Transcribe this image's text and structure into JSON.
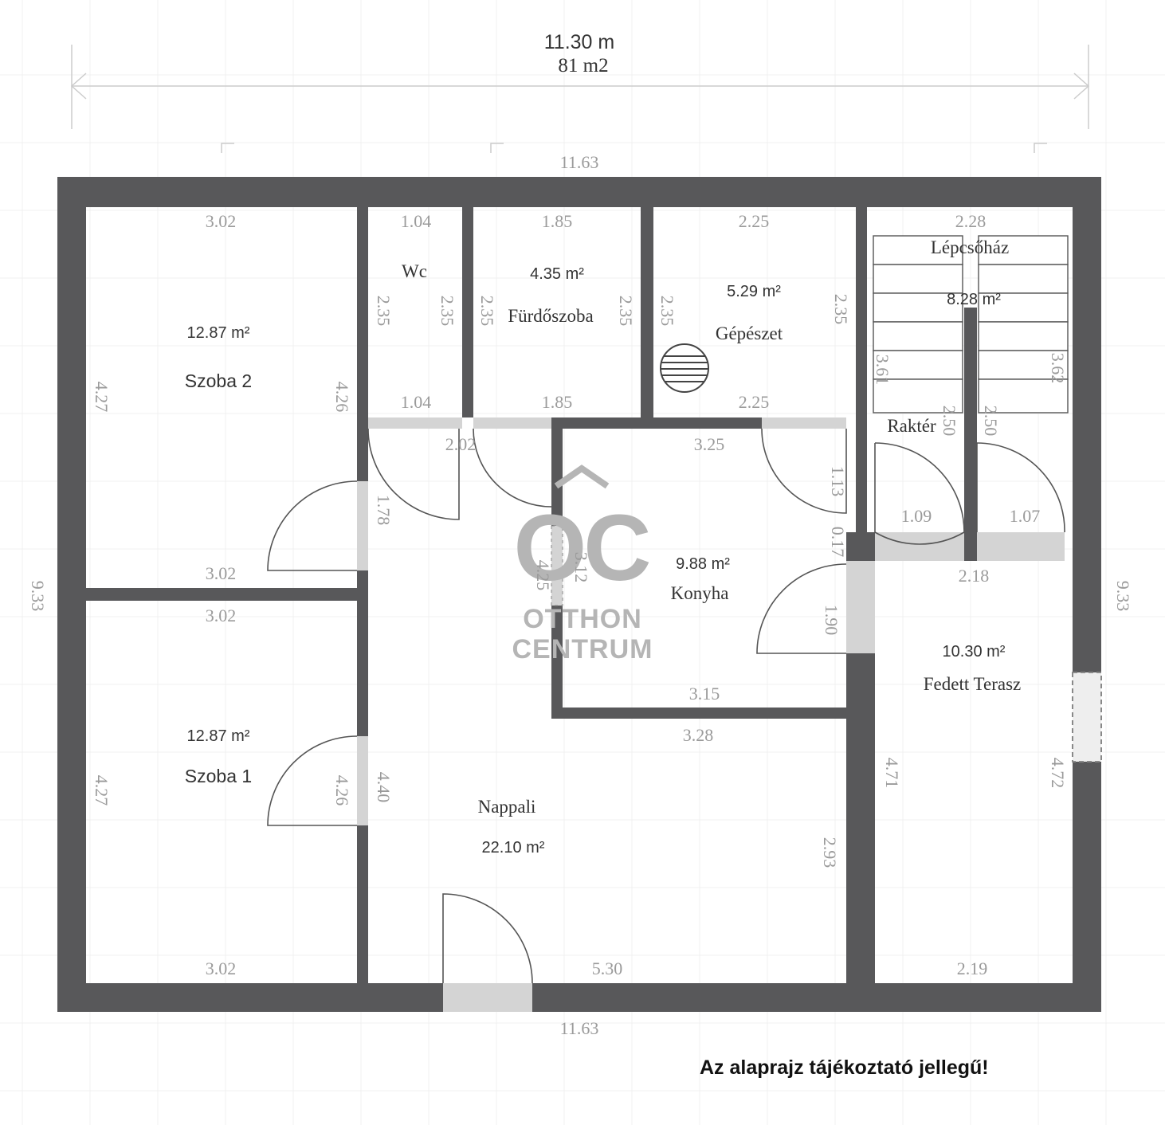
{
  "overall": {
    "width_label": "11.30 m",
    "area_label": "81 m2"
  },
  "rooms": [
    {
      "id": "szoba2",
      "name": "Szoba 2",
      "area": "12.87 m²"
    },
    {
      "id": "szoba1",
      "name": "Szoba 1",
      "area": "12.87 m²"
    },
    {
      "id": "wc",
      "name": "Wc",
      "area": ""
    },
    {
      "id": "furdo",
      "name": "Fürdőszoba",
      "area": "4.35 m²"
    },
    {
      "id": "gepeszet",
      "name": "Gépészet",
      "area": "5.29 m²"
    },
    {
      "id": "lepcso",
      "name": "Lépcsőház",
      "area": "8.28 m²"
    },
    {
      "id": "rakter",
      "name": "Raktér",
      "area": ""
    },
    {
      "id": "konyha",
      "name": "Konyha",
      "area": "9.88 m²"
    },
    {
      "id": "terasz",
      "name": "Fedett Terasz",
      "area": "10.30 m²"
    },
    {
      "id": "nappali",
      "name": "Nappali",
      "area": "22.10 m²"
    }
  ],
  "dimensions": {
    "outer_top": "11.63",
    "outer_bottom": "11.63",
    "outer_left": "9.33",
    "outer_right": "9.33",
    "szoba2_top": "3.02",
    "szoba2_bottom": "3.02",
    "szoba2_left": "4.27",
    "szoba2_right": "4.26",
    "szoba1_top": "3.02",
    "szoba1_bottom": "3.02",
    "szoba1_left": "4.27",
    "szoba1_right": "4.26",
    "wc_top": "1.04",
    "wc_bottom": "1.04",
    "wc_left": "2.35",
    "wc_right": "2.35",
    "furdo_top": "1.85",
    "furdo_bottom": "1.85",
    "furdo_left": "2.35",
    "furdo_right": "2.35",
    "gep_top": "2.25",
    "gep_bottom": "2.25",
    "gep_left": "2.35",
    "gep_right": "2.35",
    "lepcso_top": "2.28",
    "lepcso_left": "3.61",
    "lepcso_right": "3.62",
    "rakter_left": "2.50",
    "rakter_right": "2.50",
    "rakter_bottom_left": "1.09",
    "rakter_bottom_right": "1.07",
    "corridor": "2.02",
    "corridor_side": "1.78",
    "konyha_top": "3.25",
    "konyha_bottom": "3.15",
    "konyha_right_top": "1.13",
    "konyha_right_bottom": "1.90",
    "konyha_left": "3.12",
    "konyha_left2": "4.25",
    "konyha_below": "3.28",
    "small_wall": "0.17",
    "terasz_top": "2.18",
    "terasz_bottom": "2.19",
    "terasz_left": "4.71",
    "terasz_right": "4.72",
    "nappali_left": "4.40",
    "nappali_right": "2.93",
    "nappali_bottom": "5.30"
  },
  "logo": {
    "initials": "OC",
    "line1": "OTTHON",
    "line2": "CENTRUM"
  },
  "disclaimer": "Az alaprajz tájékoztató jellegű!"
}
